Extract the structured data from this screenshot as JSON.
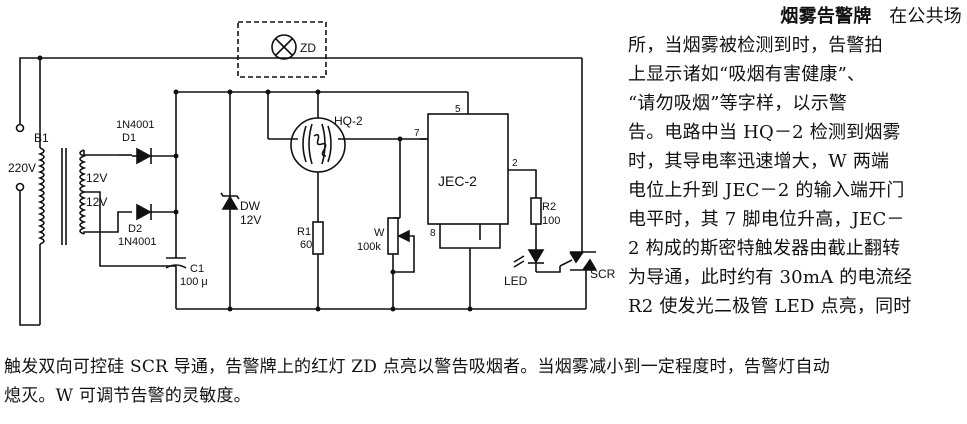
{
  "article": {
    "title": "烟雾告警牌",
    "lines": [
      "在公共场",
      "所，当烟雾被检测到时，告警拍",
      "上显示诸如“吸烟有害健康”、",
      "“请勿吸烟”等字样，以示警",
      "告。电路中当 HQ－2 检测到烟雾",
      "时，其导电率迅速增大，W 两端",
      "电位上升到 JEC－2 的输入端开门",
      "电平时，其 7 脚电位升高，JEC－",
      "2 构成的斯密特触发器由截止翻转",
      "为导通，此时约有 30mA 的电流经",
      "R2 使发光二极管 LED 点亮，同时"
    ],
    "bottom_lines": [
      "触发双向可控硅 SCR 导通，告警牌上的红灯 ZD 点亮以警告吸烟者。当烟雾减小到一定程度时，告警灯自动",
      "熄灭。W 可调节告警的灵敏度。"
    ]
  },
  "circuit": {
    "mains": "220V",
    "transformer": "B1",
    "winding1": "12V",
    "winding2": "12V",
    "d1_part": "1N4001",
    "d1_ref": "D1",
    "d2_ref": "D2",
    "d2_part": "1N4001",
    "c1_ref": "C1",
    "c1_value": "100 μ",
    "dw_ref": "DW",
    "dw_value": "12V",
    "lamp": "ZD",
    "sensor": "HQ-2",
    "r1_ref": "R1",
    "r1_value": "60",
    "w_ref": "W",
    "w_value": "100k",
    "ic": "JEC-2",
    "pin5": "5",
    "pin7": "7",
    "pin2": "2",
    "pin8": "8",
    "r2_ref": "R2",
    "r2_value": "100",
    "led": "LED",
    "scr": "SCR"
  }
}
